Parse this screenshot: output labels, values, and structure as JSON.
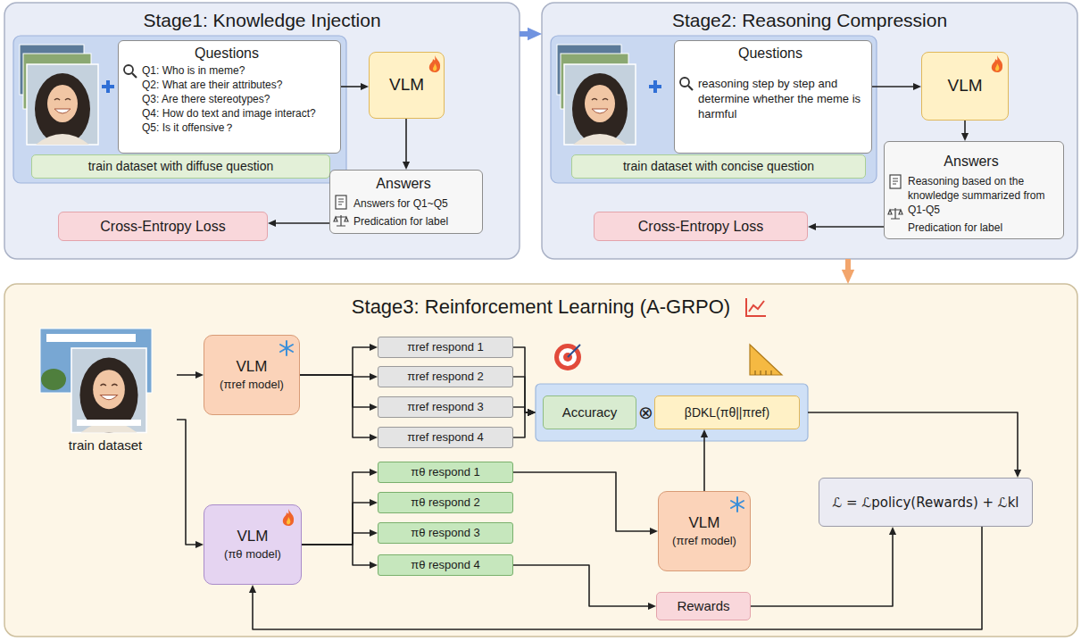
{
  "diagram": {
    "nodes": [
      {
        "text": [
          "Stage1: Knowledge Injection"
        ]
      },
      {
        "text": [
          "Questions",
          "Q1: Who is in meme?",
          "Q2: What are their attributes?",
          "Q3: Are there stereotypes?",
          "Q4: How do text and image interact?",
          "Q5: Is it offensive？"
        ],
        "in": 0
      },
      {
        "text": [
          "train dataset with diffuse question"
        ],
        "in": 0
      },
      {
        "text": [
          "VLM"
        ],
        "in": 0
      },
      {
        "text": [
          "Answers",
          "Answers for Q1~Q5",
          "Predication for label"
        ],
        "in": 0
      },
      {
        "text": [
          "Cross-Entropy Loss"
        ],
        "in": 0
      },
      {
        "text": [
          "Stage2: Reasoning Compression"
        ]
      },
      {
        "text": [
          "Questions",
          "reasoning step by step and determine whether the meme is harmful"
        ],
        "in": 6
      },
      {
        "text": [
          "train dataset with concise question"
        ],
        "in": 6
      },
      {
        "text": [
          "VLM"
        ],
        "in": 6
      },
      {
        "text": [
          "Answers",
          "Reasoning based on the knowledge summarized from Q1-Q5",
          "Predication for label"
        ],
        "in": 6
      },
      {
        "text": [
          "Cross-Entropy Loss"
        ],
        "in": 6
      },
      {
        "text": [
          "Stage3: Reinforcement Learning (A-GRPO)"
        ]
      },
      {
        "text": [
          "train dataset"
        ],
        "in": 12
      },
      {
        "text": [
          "VLM",
          "(πref model)"
        ],
        "in": 12
      },
      {
        "text": [
          "πref respond 1"
        ],
        "in": 12
      },
      {
        "text": [
          "πref respond 2"
        ],
        "in": 12
      },
      {
        "text": [
          "πref respond 3"
        ],
        "in": 12
      },
      {
        "text": [
          "πref respond 4"
        ],
        "in": 12
      },
      {
        "text": [
          "⊗"
        ],
        "in": 12
      },
      {
        "text": [
          "Accuracy"
        ],
        "in": 19
      },
      {
        "text": [
          "βDKL(πθ||πref)"
        ],
        "in": 19
      },
      {
        "text": [
          "VLM",
          "(πθ model)"
        ],
        "in": 12
      },
      {
        "text": [
          "πθ respond 1"
        ],
        "in": 12
      },
      {
        "text": [
          "πθ respond 2"
        ],
        "in": 12
      },
      {
        "text": [
          "πθ respond 3"
        ],
        "in": 12
      },
      {
        "text": [
          "πθ respond 4"
        ],
        "in": 12
      },
      {
        "text": [
          "VLM",
          "(πref model)"
        ],
        "in": 12
      },
      {
        "text": [
          "ℒ = ℒpolicy(Rewards) + ℒkl"
        ],
        "in": 12
      },
      {
        "text": [
          "Rewards"
        ],
        "in": 12
      }
    ],
    "edges": [
      {
        "from": 0,
        "to": 6,
        "arrow": "to"
      },
      {
        "from": 6,
        "to": 12,
        "arrow": "to"
      },
      {
        "from": 1,
        "to": 3,
        "arrow": "to"
      },
      {
        "from": 3,
        "to": 4,
        "arrow": "to"
      },
      {
        "from": 4,
        "to": 5,
        "arrow": "to"
      },
      {
        "from": 7,
        "to": 9,
        "arrow": "to"
      },
      {
        "from": 9,
        "to": 10,
        "arrow": "to"
      },
      {
        "from": 10,
        "to": 11,
        "arrow": "to"
      },
      {
        "from": 13,
        "to": 14,
        "arrow": "to"
      },
      {
        "from": 13,
        "to": 22,
        "arrow": "to"
      },
      {
        "from": 14,
        "to": 15,
        "arrow": "to"
      },
      {
        "from": 14,
        "to": 16,
        "arrow": "to"
      },
      {
        "from": 14,
        "to": 17,
        "arrow": "to"
      },
      {
        "from": 14,
        "to": 18,
        "arrow": "to"
      },
      {
        "from": 15,
        "to": 19,
        "arrow": "to"
      },
      {
        "from": 16,
        "to": 19,
        "arrow": "to"
      },
      {
        "from": 17,
        "to": 19,
        "arrow": "to"
      },
      {
        "from": 18,
        "to": 19,
        "arrow": "to"
      },
      {
        "from": 22,
        "to": 23,
        "arrow": "to"
      },
      {
        "from": 22,
        "to": 24,
        "arrow": "to"
      },
      {
        "from": 22,
        "to": 25,
        "arrow": "to"
      },
      {
        "from": 22,
        "to": 26,
        "arrow": "to"
      },
      {
        "from": 23,
        "to": 27,
        "arrow": "to"
      },
      {
        "from": 26,
        "to": 29,
        "arrow": "to"
      },
      {
        "from": 27,
        "to": 21,
        "arrow": "to"
      },
      {
        "from": 19,
        "to": 28,
        "arrow": "to"
      },
      {
        "from": 29,
        "to": 28,
        "arrow": "to"
      },
      {
        "from": 28,
        "to": 22,
        "arrow": "to"
      }
    ]
  }
}
